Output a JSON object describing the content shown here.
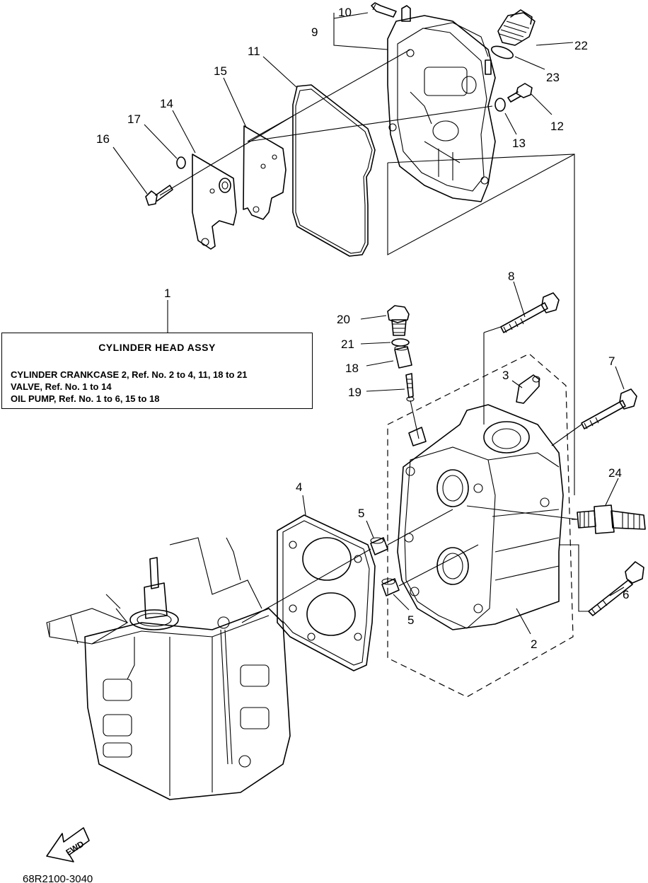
{
  "diagram": {
    "part_numbers": [
      "1",
      "2",
      "3",
      "4",
      "5",
      "5",
      "6",
      "7",
      "8",
      "9",
      "10",
      "11",
      "12",
      "13",
      "14",
      "15",
      "16",
      "17",
      "18",
      "19",
      "20",
      "21",
      "22",
      "23",
      "24"
    ],
    "callouts": {
      "n1": "1",
      "n2": "2",
      "n3": "3",
      "n4": "4",
      "n5a": "5",
      "n5b": "5",
      "n6": "6",
      "n7": "7",
      "n8": "8",
      "n9": "9",
      "n10": "10",
      "n11": "11",
      "n12": "12",
      "n13": "13",
      "n14": "14",
      "n15": "15",
      "n16": "16",
      "n17": "17",
      "n18": "18",
      "n19": "19",
      "n20": "20",
      "n21": "21",
      "n22": "22",
      "n23": "23",
      "n24": "24"
    },
    "assy_box": {
      "title": "CYLINDER HEAD ASSY",
      "lines": [
        "CYLINDER CRANKCASE 2,  Ref. No. 2 to 4, 11, 18 to 21",
        "VALVE,  Ref. No. 1 to 14",
        "OIL PUMP,  Ref. No. 1 to 6, 15 to 18"
      ]
    },
    "direction_arrow": "FWD",
    "drawing_code": "68R2100-3040"
  }
}
